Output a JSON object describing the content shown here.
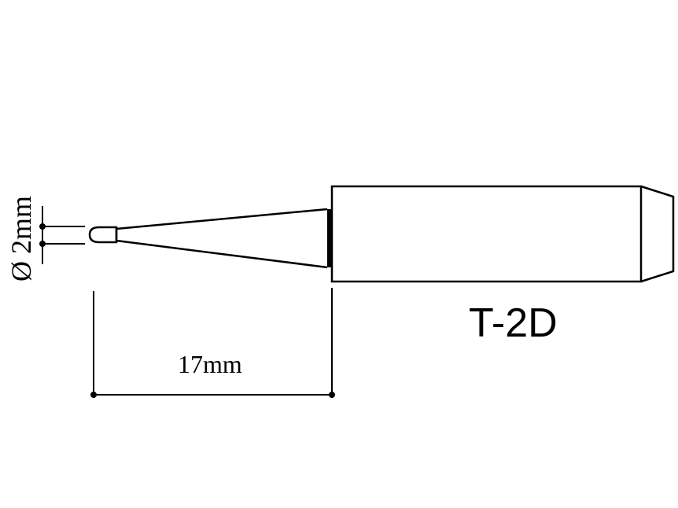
{
  "diagram": {
    "model_label": "T-2D",
    "length_label": "17mm",
    "diameter_label": "Ø 2mm"
  },
  "colors": {
    "stroke": "#000000",
    "background": "#ffffff"
  }
}
